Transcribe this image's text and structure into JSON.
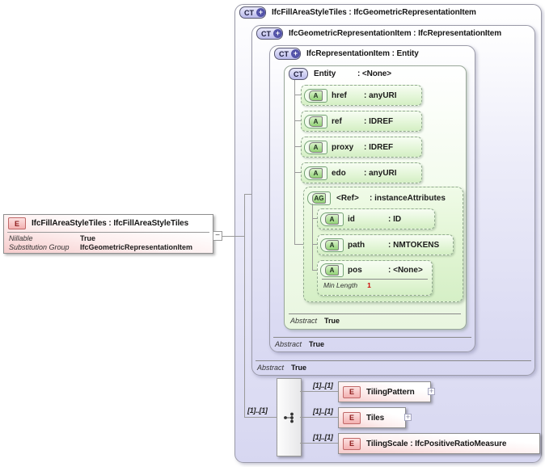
{
  "element_box": {
    "badge": "E",
    "title": "IfcFillAreaStyleTiles : IfcFillAreaStyleTiles",
    "props": [
      {
        "label": "Nillable",
        "value": "True"
      },
      {
        "label": "Substitution Group",
        "value": "IfcGeometricRepresentationItem"
      }
    ]
  },
  "types": {
    "outer": {
      "badge": "CT",
      "title": "IfcFillAreaStyleTiles : IfcGeometricRepresentationItem"
    },
    "geo": {
      "badge": "CT",
      "title": "IfcGeometricRepresentationItem : IfcRepresentationItem",
      "abstract_label": "Abstract",
      "abstract_value": "True"
    },
    "rep": {
      "badge": "CT",
      "title": "IfcRepresentationItem : Entity",
      "abstract_label": "Abstract",
      "abstract_value": "True"
    },
    "entity": {
      "badge": "CT",
      "name": "Entity",
      "type": ": <None>",
      "abstract_label": "Abstract",
      "abstract_value": "True",
      "attributes": [
        {
          "badge": "A",
          "name": "href",
          "type": ": anyURI"
        },
        {
          "badge": "A",
          "name": "ref",
          "type": ": IDREF"
        },
        {
          "badge": "A",
          "name": "proxy",
          "type": ": IDREF"
        },
        {
          "badge": "A",
          "name": "edo",
          "type": ": anyURI"
        }
      ],
      "ref_group": {
        "badge": "AG",
        "name": "<Ref>",
        "type": ": instanceAttributes",
        "attributes": [
          {
            "badge": "A",
            "name": "id",
            "type": ": ID"
          },
          {
            "badge": "A",
            "name": "path",
            "type": ": NMTOKENS"
          },
          {
            "badge": "A",
            "name": "pos",
            "type": ": <None>",
            "facet_label": "Min Length",
            "facet_value": "1"
          }
        ]
      }
    }
  },
  "content_model": {
    "cardinality": "[1]..[1]",
    "elements": [
      {
        "badge": "E",
        "title": "TilingPattern"
      },
      {
        "badge": "E",
        "title": "Tiles"
      },
      {
        "badge": "E",
        "title": "TilingScale : IfcPositiveRatioMeasure"
      }
    ]
  },
  "icons": {
    "collapse": "−",
    "expand": "+",
    "ct_plus": "+"
  },
  "colors": {
    "lavender": "#d7d7f1",
    "green": "#d9f2c8",
    "pink": "#f6caca",
    "facet_red": "#cc0000"
  }
}
